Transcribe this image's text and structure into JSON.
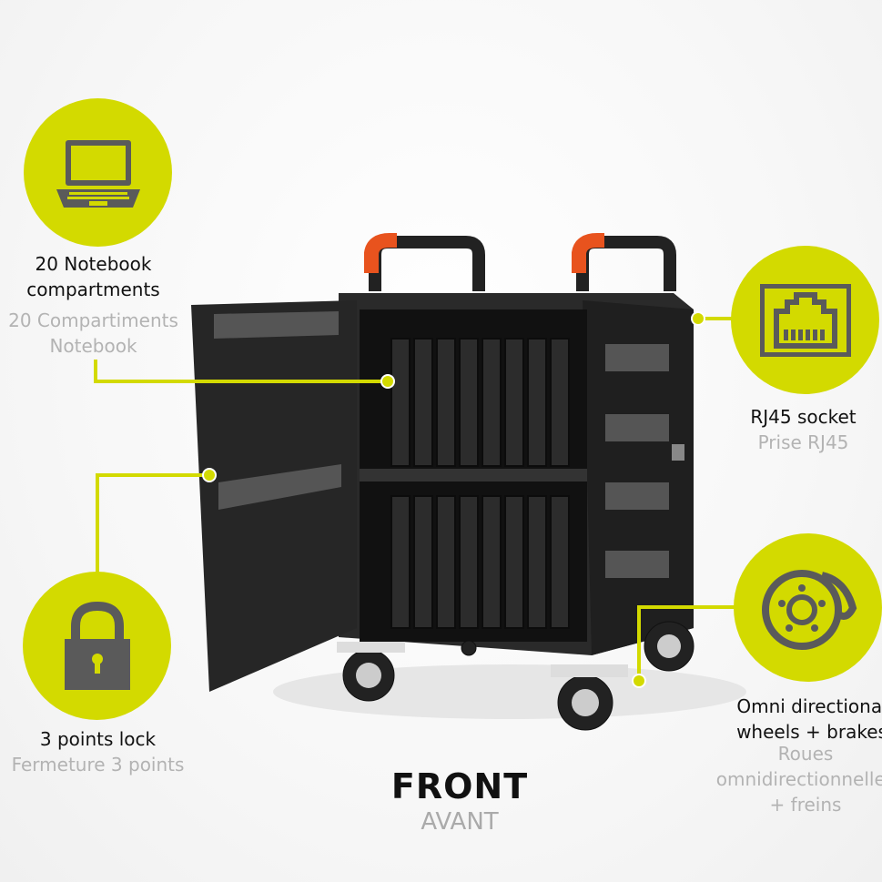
{
  "features": {
    "compartments": {
      "title_en": [
        "20 Notebook",
        "compartments"
      ],
      "title_fr": [
        "20 Compartiments",
        "Notebook"
      ],
      "icon": "laptop-icon"
    },
    "lock": {
      "title_en": "3 points lock",
      "title_fr": "Fermeture 3 points",
      "icon": "padlock-icon"
    },
    "rj45": {
      "title_en": "RJ45 socket",
      "title_fr": "Prise RJ45",
      "icon": "ethernet-port-icon"
    },
    "wheels": {
      "title_en": [
        "Omni directional",
        "wheels  + brakes"
      ],
      "title_fr": [
        "Roues",
        "omnidirectionnelles",
        "+ freins"
      ],
      "icon": "brake-disc-icon"
    }
  },
  "view": {
    "title": "FRONT",
    "subtitle": "AVANT"
  },
  "colors": {
    "accent": "#d3da00",
    "icon": "#5a5a5a",
    "cart": "#1e1e1e",
    "handle": "#e8531e"
  }
}
